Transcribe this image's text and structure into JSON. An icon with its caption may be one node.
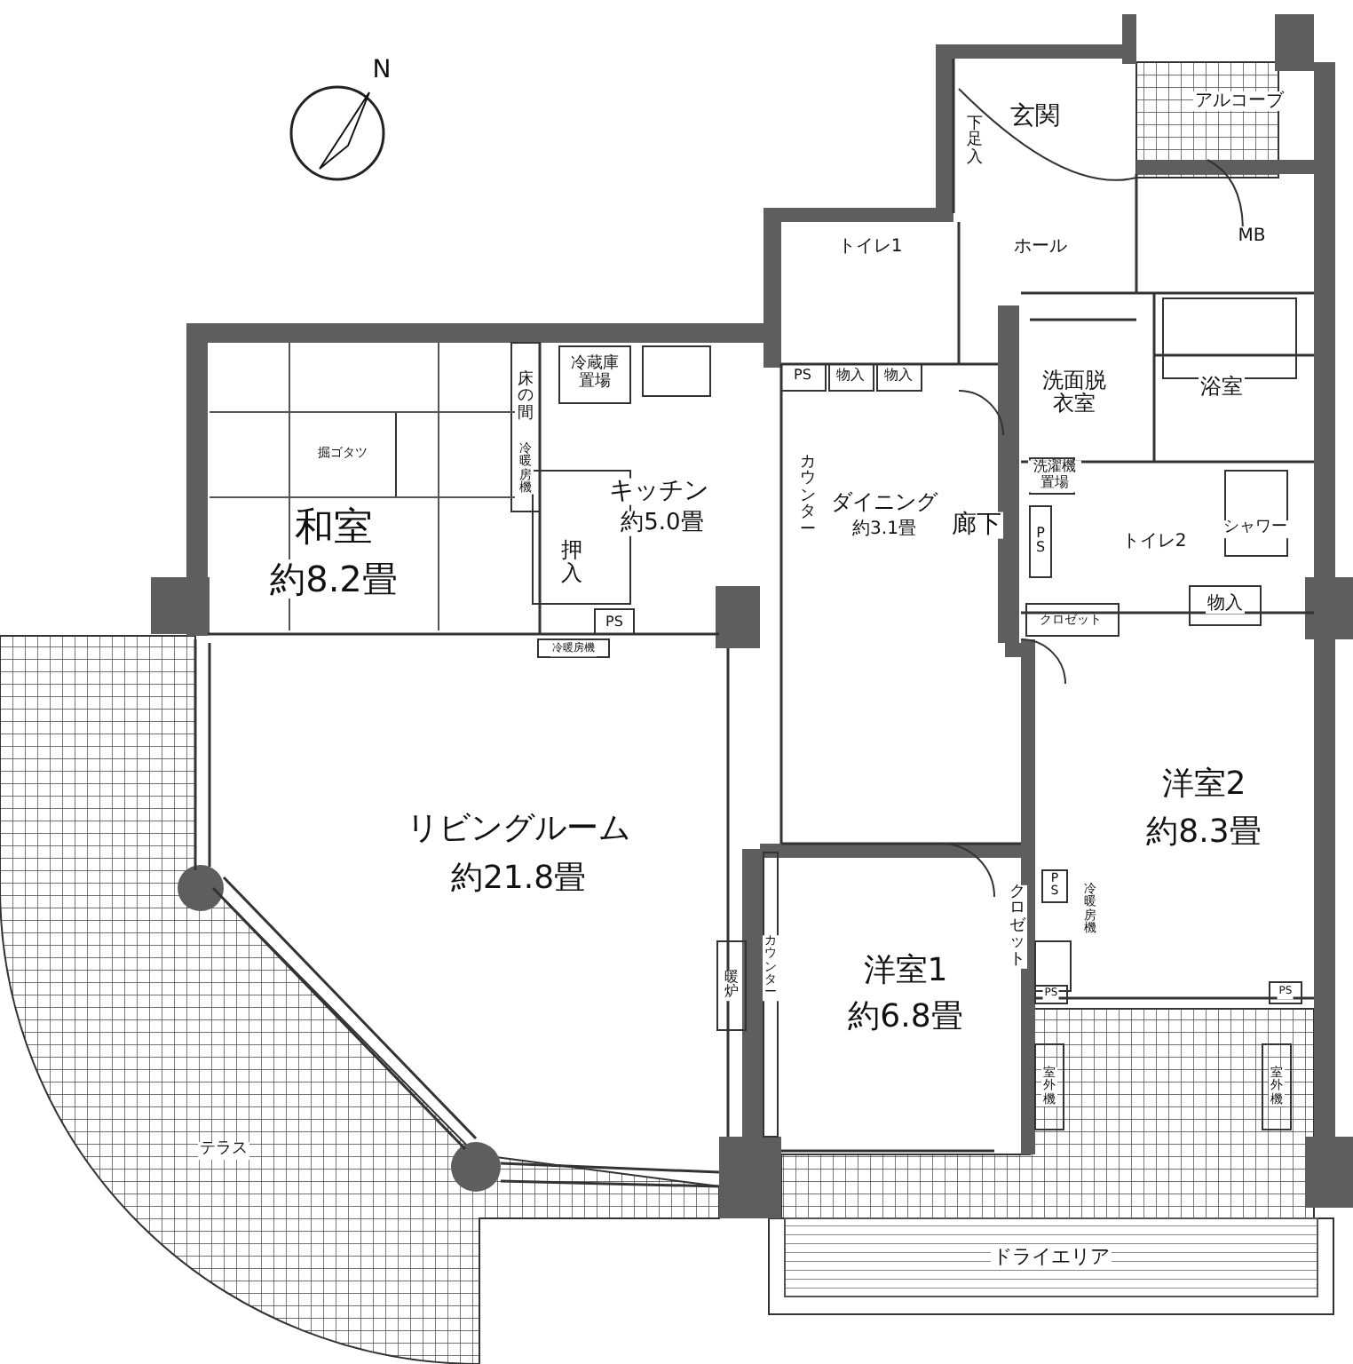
{
  "diagram": {
    "labels": [
      "N",
      "アルコーブ",
      "玄関",
      "下足入",
      "トイレ1",
      "ホール",
      "MB",
      "床の間",
      "冷蔵庫置場",
      "PS",
      "物入",
      "物入",
      "洗面脱衣室",
      "浴室",
      "掘ゴタツ",
      "冷暖房機",
      "洗濯機置場",
      "和室",
      "キッチン",
      "カウンター",
      "ダイニング",
      "廊下",
      "シャワー",
      "約5.0畳",
      "約3.1畳",
      "PS",
      "トイレ2",
      "約8.2畳",
      "押入",
      "PS",
      "クロゼット",
      "物入",
      "冷暖房機",
      "洋室2",
      "リビングルーム",
      "約8.3畳",
      "約21.8畳",
      "PS",
      "冷暖房機",
      "暖炉",
      "カウンター",
      "洋室1",
      "クロゼット",
      "約6.8畳",
      "PS",
      "PS",
      "室外機",
      "室外機",
      "テラス",
      "ドライエリア"
    ]
  }
}
